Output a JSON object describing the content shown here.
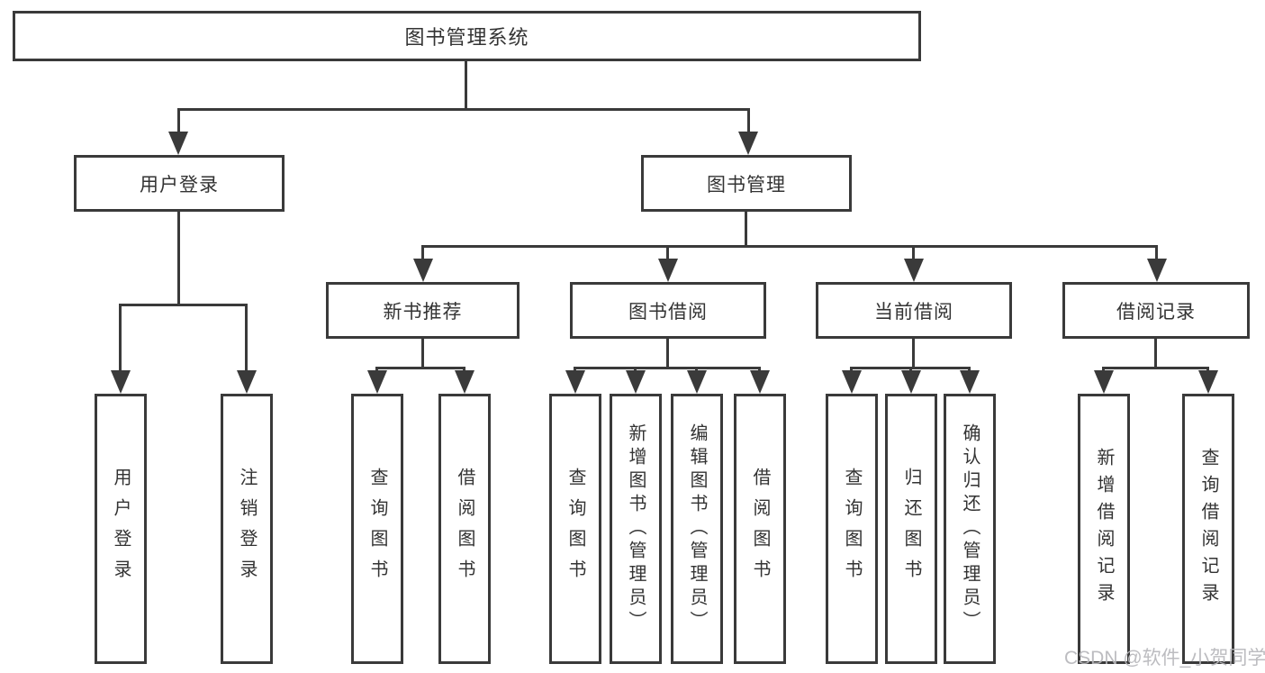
{
  "tree": {
    "label": "图书管理系统",
    "children": [
      {
        "label": "用户登录",
        "children": [
          {
            "label": "用户登录"
          },
          {
            "label": "注销登录"
          }
        ]
      },
      {
        "label": "图书管理",
        "children": [
          {
            "label": "新书推荐",
            "children": [
              {
                "label": "查询图书"
              },
              {
                "label": "借阅图书"
              }
            ]
          },
          {
            "label": "图书借阅",
            "children": [
              {
                "label": "查询图书"
              },
              {
                "label": "新增图书（管理员）"
              },
              {
                "label": "编辑图书（管理员）"
              },
              {
                "label": "借阅图书"
              }
            ]
          },
          {
            "label": "当前借阅",
            "children": [
              {
                "label": "查询图书"
              },
              {
                "label": "归还图书"
              },
              {
                "label": "确认归还（管理员）"
              }
            ]
          },
          {
            "label": "借阅记录",
            "children": [
              {
                "label": "新增借阅记录"
              },
              {
                "label": "查询借阅记录"
              }
            ]
          }
        ]
      }
    ]
  },
  "watermark": {
    "text": "CSDN @软件_小贺同学"
  },
  "colors": {
    "line": "#3a3a3a",
    "box_border": "#3a3a3a",
    "text": "#333333",
    "background": "#ffffff",
    "watermark": "#b7b7bb"
  }
}
